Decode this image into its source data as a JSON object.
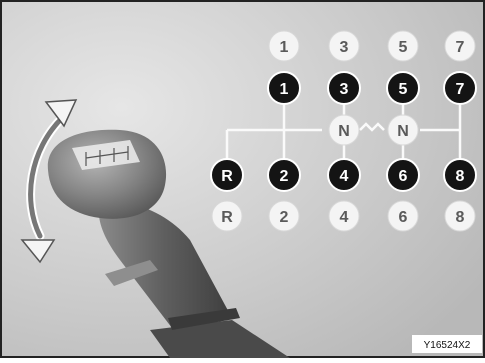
{
  "gear_rows": {
    "top_pale": [
      "1",
      "3",
      "5",
      "7"
    ],
    "upper_dark": [
      "1",
      "3",
      "5",
      "7"
    ],
    "neutral": [
      "N",
      "N"
    ],
    "lower_dark": [
      "R",
      "2",
      "4",
      "6",
      "8"
    ],
    "bottom_pale": [
      "R",
      "2",
      "4",
      "6",
      "8"
    ]
  },
  "figure_code": "Y16524X2",
  "colors": {
    "background": "#cfcfcf",
    "dark_circle": "#141414",
    "pale_circle": "#f4f4f4",
    "lever": "#6f6f6f",
    "line": "#fafafa"
  },
  "icons": [
    "double-headed-curved-arrow-icon"
  ]
}
